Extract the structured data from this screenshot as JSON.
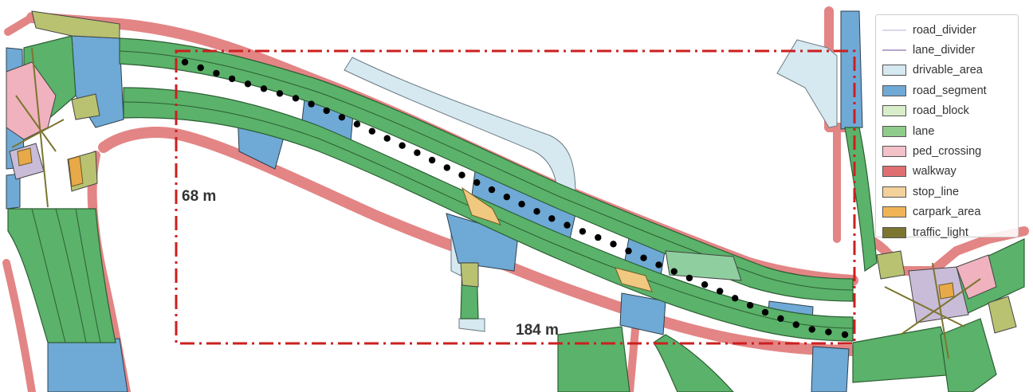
{
  "map": {
    "scale_labels": {
      "height": "68 m",
      "width": "184 m"
    },
    "colors": {
      "walkway": "#e38585",
      "walkway_edge": "#c96868",
      "lane": "#5bb26a",
      "lane_edge": "#2c5e34",
      "road_segment": "#6fa9d6",
      "drivable_area": "#d6e8f0",
      "ped_crossing": "#f0b2be",
      "stop_line": "#f0c87f",
      "carpark_area": "#e8a948",
      "traffic_light": "#7c7530",
      "lane_divider": "#b6a5cf",
      "region_box": "#cc1f1f",
      "trajectory": "#000000"
    }
  },
  "legend": {
    "items": [
      {
        "label": "road_divider",
        "type": "line",
        "color": "#dcd6ee"
      },
      {
        "label": "lane_divider",
        "type": "line",
        "color": "#b6a5cf"
      },
      {
        "label": "drivable_area",
        "type": "box",
        "color": "#d6e8f0"
      },
      {
        "label": "road_segment",
        "type": "box",
        "color": "#6fa9d6"
      },
      {
        "label": "road_block",
        "type": "box",
        "color": "#d8edc9"
      },
      {
        "label": "lane",
        "type": "box",
        "color": "#8fcb8a"
      },
      {
        "label": "ped_crossing",
        "type": "box",
        "color": "#f3c1c8"
      },
      {
        "label": "walkway",
        "type": "box",
        "color": "#df6f70"
      },
      {
        "label": "stop_line",
        "type": "box",
        "color": "#f3d19a"
      },
      {
        "label": "carpark_area",
        "type": "box",
        "color": "#f0b457"
      },
      {
        "label": "traffic_light",
        "type": "box",
        "color": "#7c7530"
      }
    ]
  }
}
